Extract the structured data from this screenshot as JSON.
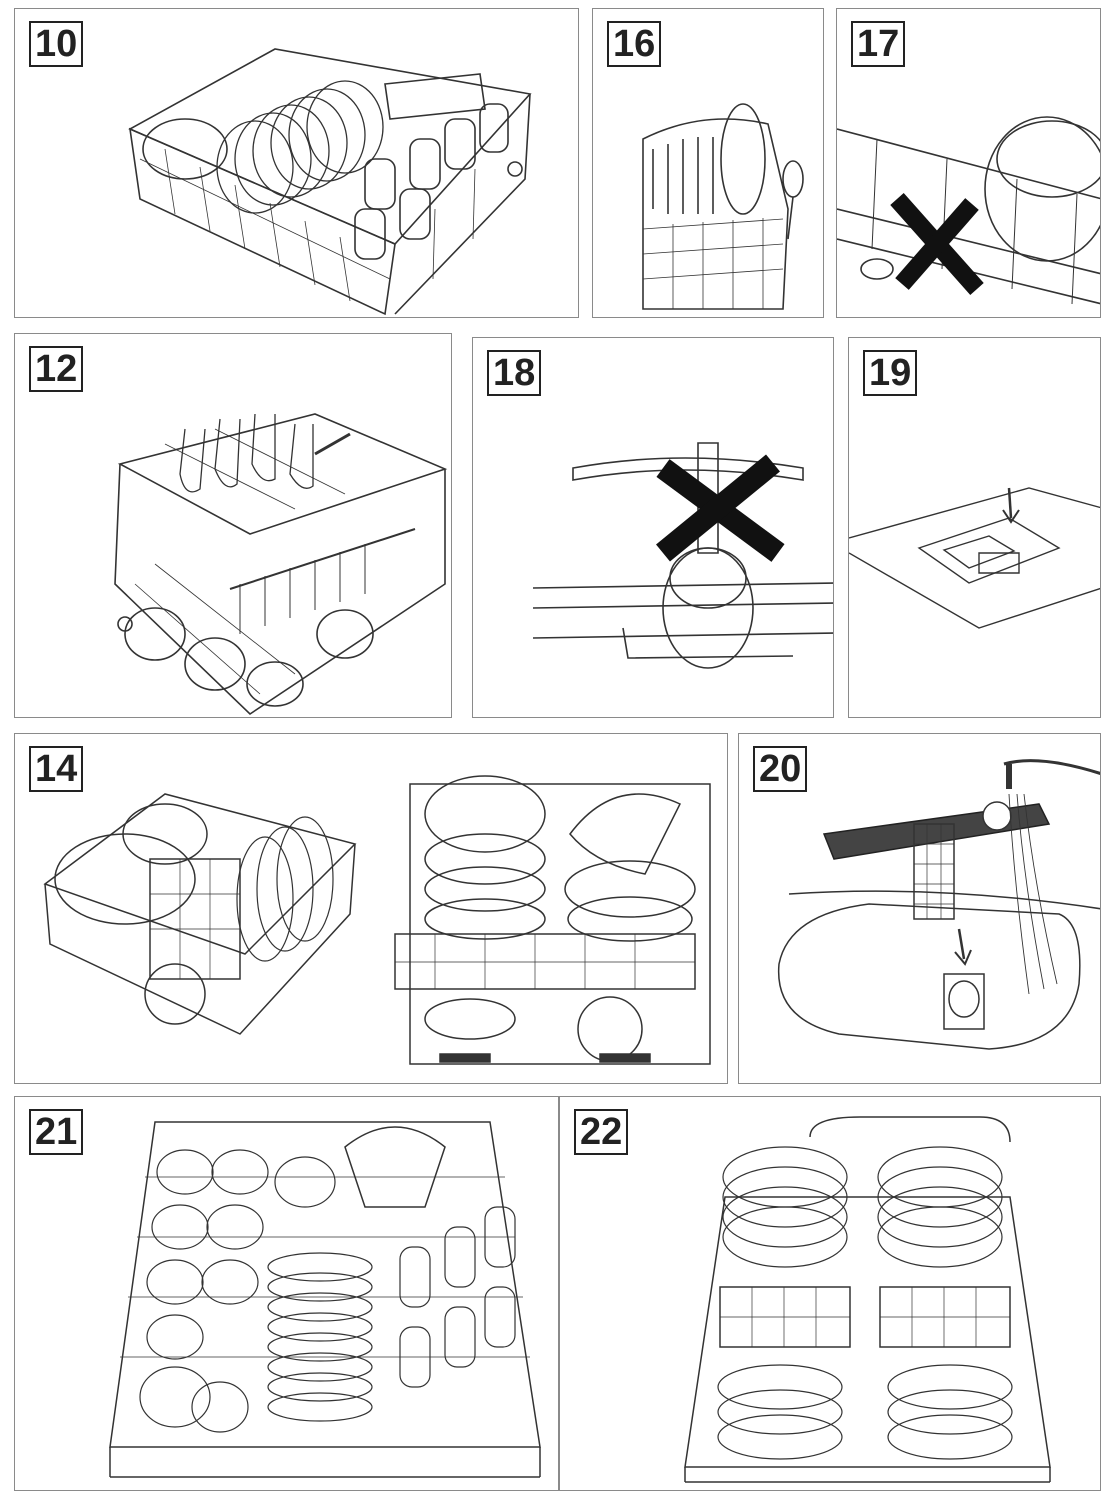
{
  "figures": [
    {
      "label": "10",
      "content": "lower dishwasher rack loaded with plates, bowls and cups"
    },
    {
      "label": "16",
      "content": "cutlery basket with plates"
    },
    {
      "label": "17",
      "content": "pan blocking spray arm, crossed out"
    },
    {
      "label": "12",
      "content": "upper rack with stemware and fold-down rack"
    },
    {
      "label": "18",
      "content": "spray arm blocked by pan, crossed out"
    },
    {
      "label": "19",
      "content": "detergent dispenser being filled"
    },
    {
      "label": "14",
      "content": "lower rack loading examples with cutlery basket"
    },
    {
      "label": "20",
      "content": "cleaning filter under running tap"
    },
    {
      "label": "21",
      "content": "upper rack loaded with cups and glasses"
    },
    {
      "label": "22",
      "content": "lower rack loaded with plates and cutlery baskets"
    }
  ],
  "colors": {
    "line": "#333333",
    "frame": "#8a8a8a",
    "background": "#ffffff"
  }
}
